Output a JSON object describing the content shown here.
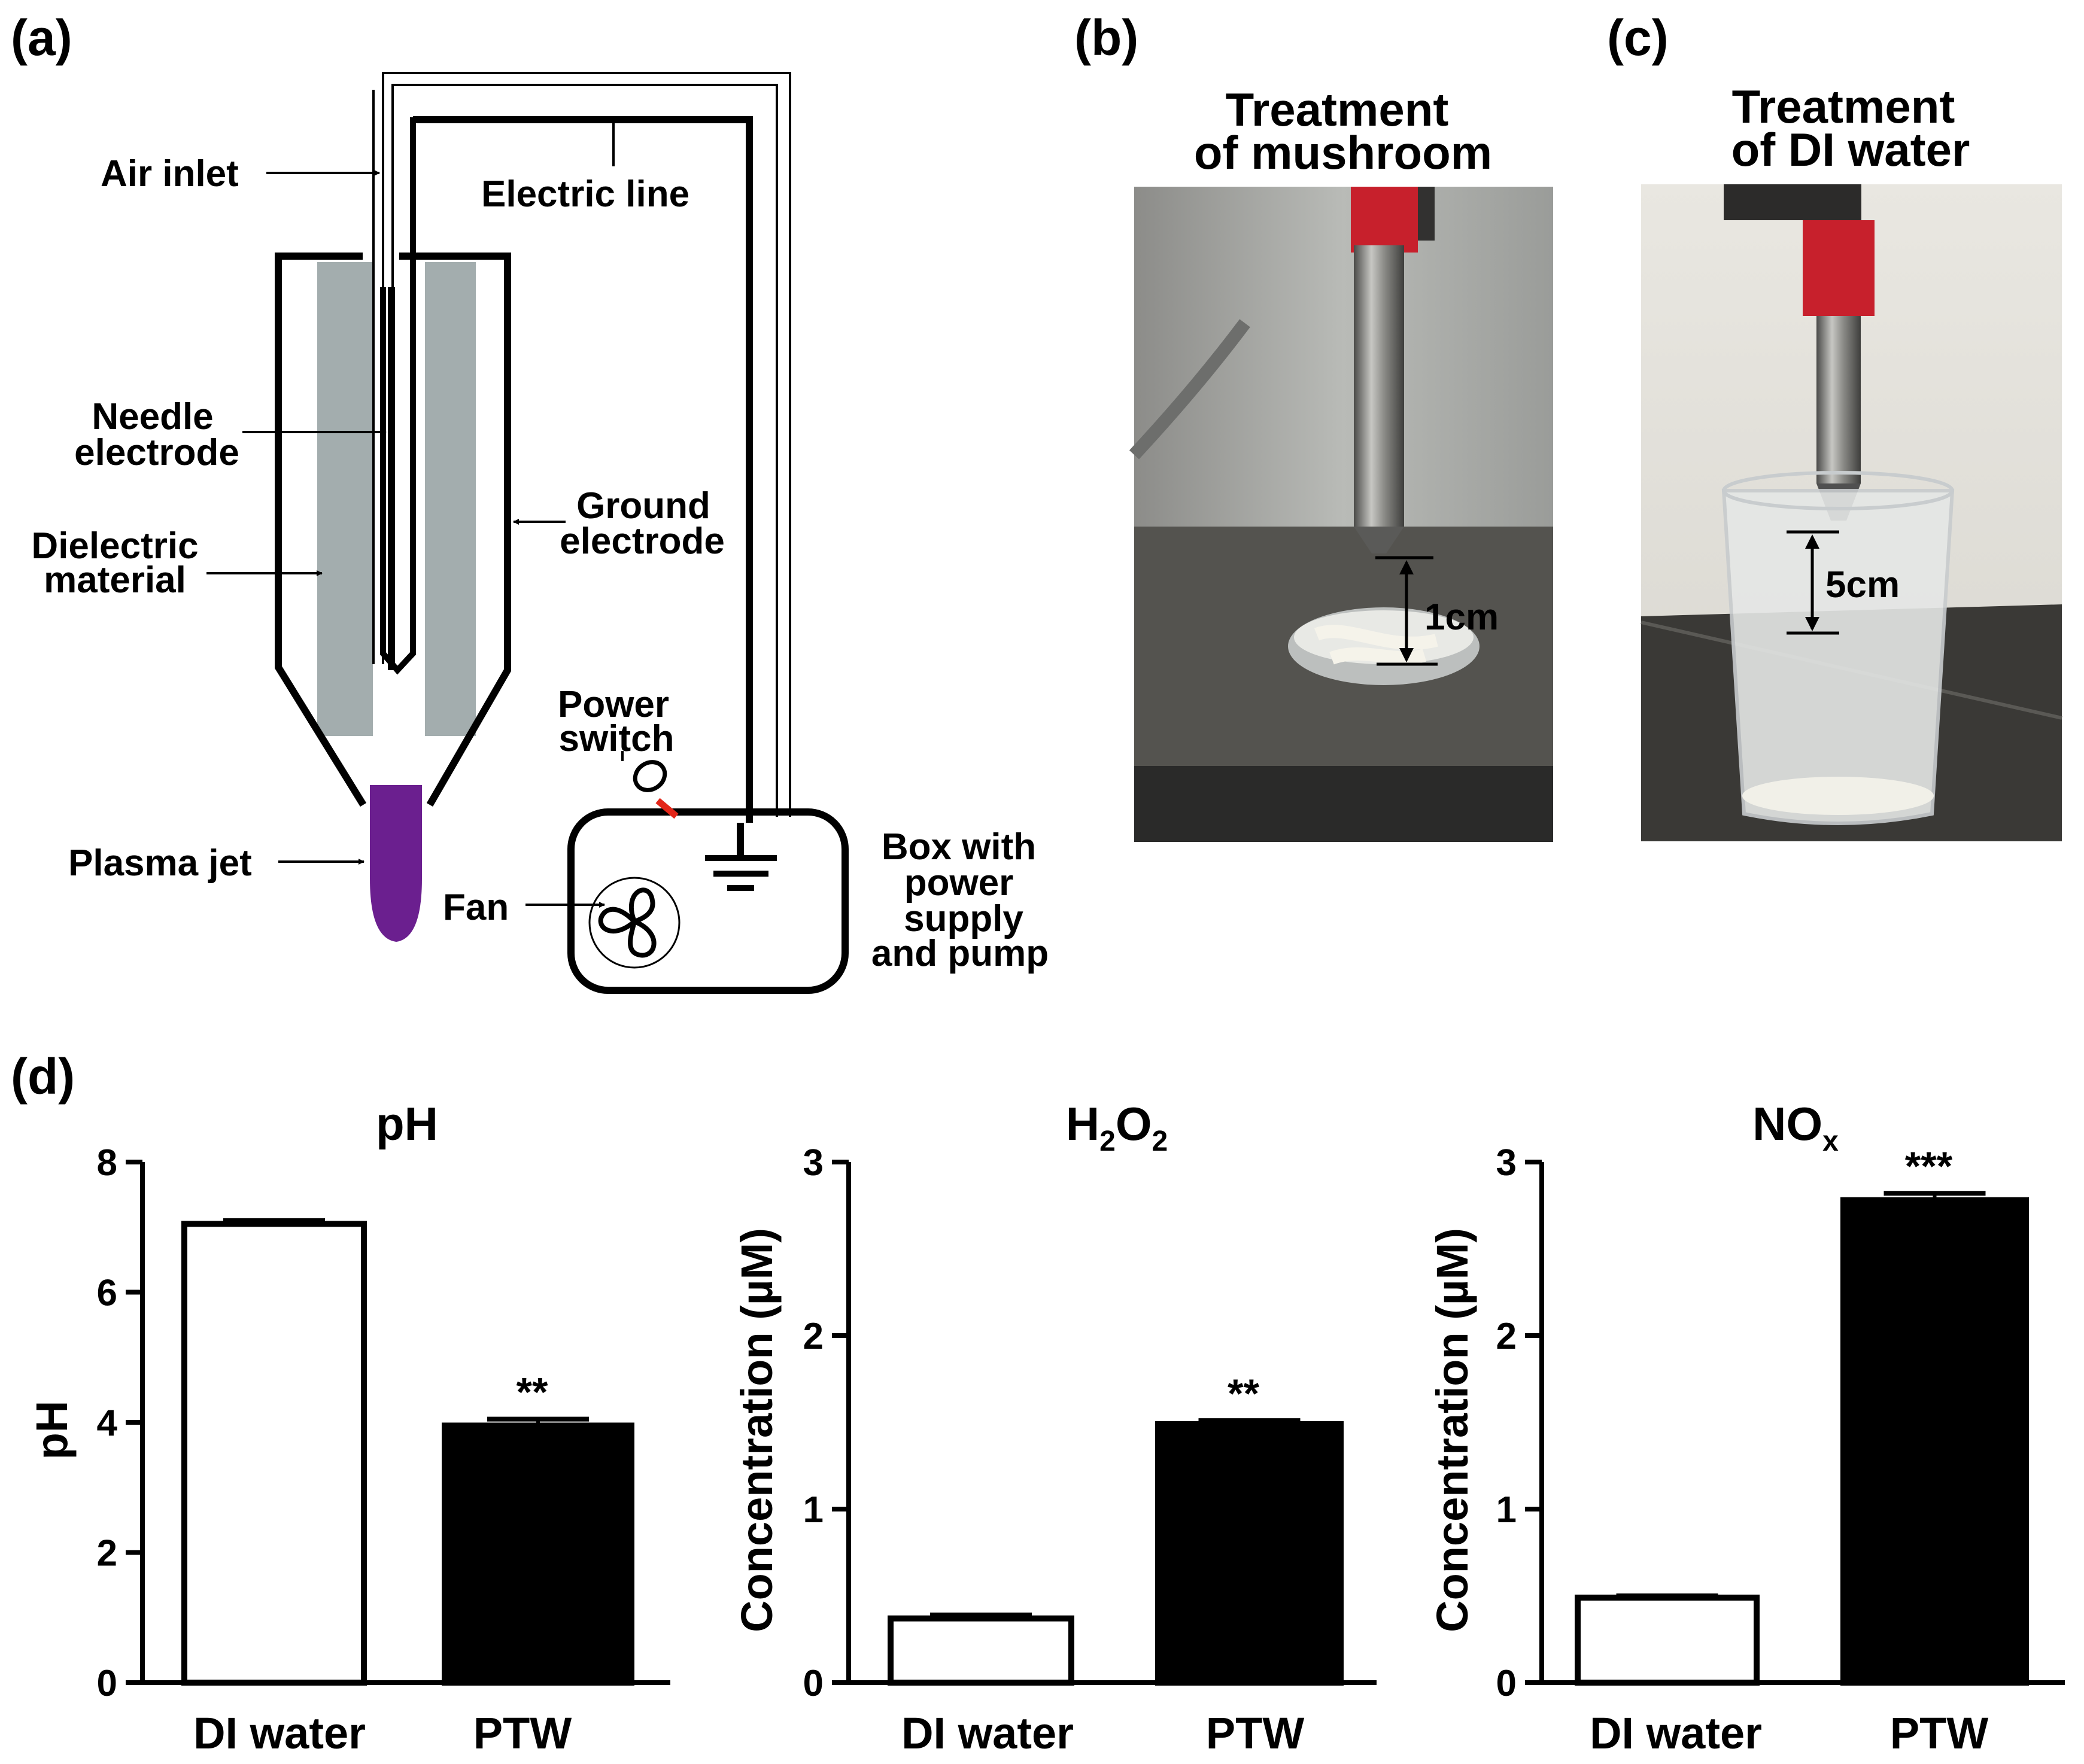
{
  "panel_labels": {
    "a": "(a)",
    "b": "(b)",
    "c": "(c)",
    "d": "(d)"
  },
  "diagram": {
    "labels": {
      "air_inlet": "Air inlet",
      "electric_line": "Electric line",
      "needle_electrode_1": "Needle",
      "needle_electrode_2": "electrode",
      "dielectric_1": "Dielectric",
      "dielectric_2": "material",
      "ground_1": "Ground",
      "ground_2": "electrode",
      "power_switch_1": "Power",
      "power_switch_2": "switch",
      "plasma_jet": "Plasma jet",
      "fan": "Fan",
      "box_1": "Box with",
      "box_2": "power",
      "box_3": "supply",
      "box_4": "and pump"
    },
    "colors": {
      "dielectric": "#a3adae",
      "plasma": "#6b1f8f",
      "switch_wire": "#e32619"
    }
  },
  "photos": {
    "b": {
      "title_1": "Treatment",
      "title_2": "of mushroom",
      "distance": "1cm"
    },
    "c": {
      "title_1": "Treatment",
      "title_2": "of DI water",
      "distance": "5cm"
    }
  },
  "chart_data": [
    {
      "type": "bar",
      "title": "pH",
      "ylabel": "pH",
      "categories": [
        "DI water",
        "PTW"
      ],
      "values": [
        7.05,
        3.95
      ],
      "errors": [
        0.05,
        0.1
      ],
      "ylim": [
        0,
        8
      ],
      "yticks": [
        0,
        2,
        4,
        6,
        8
      ],
      "significance": [
        "",
        "**"
      ],
      "bar_fill": [
        "#ffffff",
        "#000000"
      ]
    },
    {
      "type": "bar",
      "title_main": "H",
      "title_sub1": "2",
      "title_mid": "O",
      "title_sub2": "2",
      "ylabel": "Concentration (µM)",
      "categories": [
        "DI water",
        "PTW"
      ],
      "values": [
        0.37,
        1.49
      ],
      "errors": [
        0.02,
        0.02
      ],
      "ylim": [
        0,
        3
      ],
      "yticks": [
        0,
        1,
        2,
        3
      ],
      "significance": [
        "",
        "**"
      ],
      "bar_fill": [
        "#ffffff",
        "#000000"
      ]
    },
    {
      "type": "bar",
      "title_main": "NO",
      "title_sub": "x",
      "ylabel": "Concentration (µM)",
      "categories": [
        "DI water",
        "PTW"
      ],
      "values": [
        0.49,
        2.78
      ],
      "errors": [
        0.01,
        0.04
      ],
      "ylim": [
        0,
        3
      ],
      "yticks": [
        0,
        1,
        2,
        3
      ],
      "significance": [
        "",
        "***"
      ],
      "bar_fill": [
        "#ffffff",
        "#000000"
      ]
    }
  ]
}
